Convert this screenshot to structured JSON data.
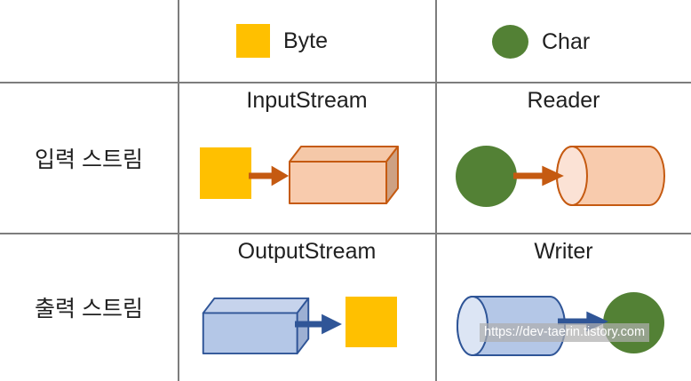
{
  "legend": {
    "byte_label": "Byte",
    "char_label": "Char"
  },
  "rows": [
    {
      "label": "입력 스트림",
      "byte_title": "InputStream",
      "char_title": "Reader"
    },
    {
      "label": "출력 스트림",
      "byte_title": "OutputStream",
      "char_title": "Writer"
    }
  ],
  "watermark": "https://dev-taerin.tistory.com",
  "colors": {
    "byte_fill": "#FFC000",
    "char_fill": "#538135",
    "orange_stroke": "#C55A11",
    "orange_body": "#F8CBAD",
    "orange_top": "#F5C8A8",
    "orange_side": "#CDA183",
    "orange_cap": "#FBE2D5",
    "blue_stroke": "#2F5597",
    "blue_body": "#B4C7E7",
    "blue_top": "#C6D3EC",
    "blue_side": "#9DB0D3",
    "blue_cap": "#DCE5F4",
    "grid_line": "#7D7D7D",
    "text": "#202020"
  }
}
